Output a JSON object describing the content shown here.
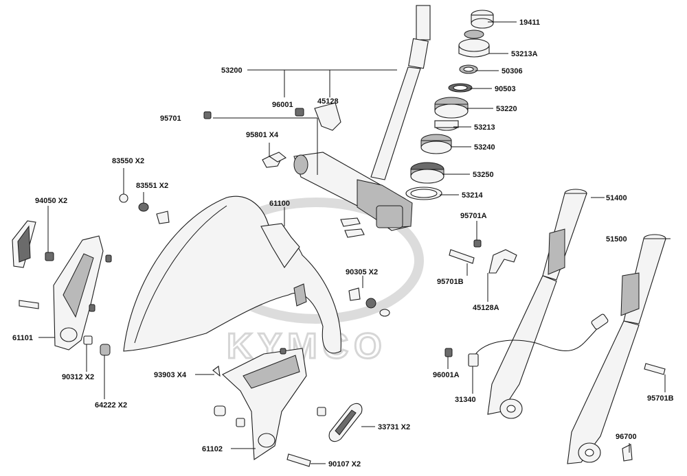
{
  "watermark": "KYMCO",
  "labels": {
    "l19411": "19411",
    "l53213A": "53213A",
    "l50306": "50306",
    "l90503": "90503",
    "l53220": "53220",
    "l53213": "53213",
    "l53240": "53240",
    "l53250": "53250",
    "l53214": "53214",
    "l53200": "53200",
    "l96001": "96001",
    "l45128": "45128",
    "l95701": "95701",
    "l95801": "95801  X4",
    "l83550": "83550 X2",
    "l83551": "83551 X2",
    "l94050": "94050  X2",
    "l61100": "61100",
    "l51400": "51400",
    "l95701A": "95701A",
    "l51500": "51500",
    "l90305": "90305 X2",
    "l95701B": "95701B",
    "l45128A": "45128A",
    "l61101": "61101",
    "l90312": "90312 X2",
    "l64222": "64222 X2",
    "l93903": "93903  X4",
    "l96001A": "96001A",
    "l31340": "31340",
    "l95701B2": "95701B",
    "l33731": "33731   X2",
    "l61102": "61102",
    "l90107": "90107  X2",
    "l96700": "96700"
  }
}
